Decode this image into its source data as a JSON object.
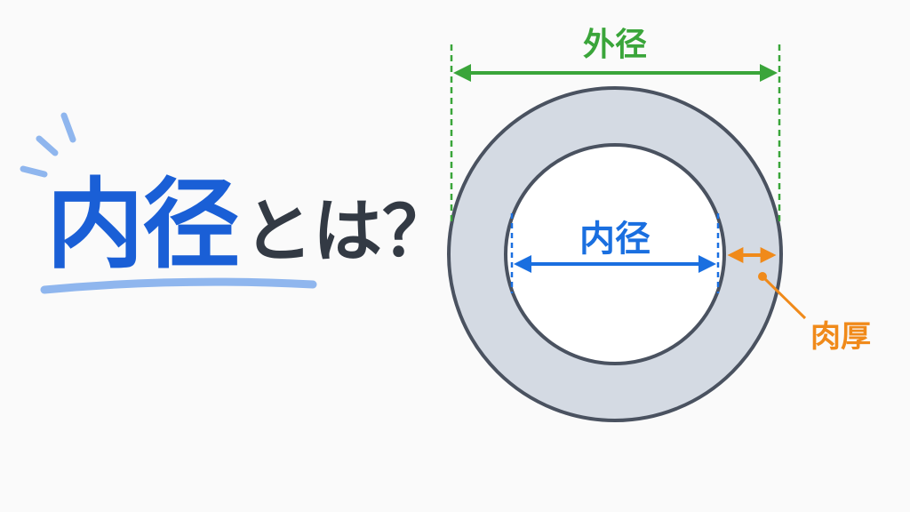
{
  "headline": {
    "term": "内径",
    "rest": "とは？"
  },
  "diagram": {
    "outer_label": "外径",
    "inner_label": "内径",
    "thickness_label": "肉厚"
  },
  "colors": {
    "term": "#1a5fd6",
    "text_dark": "#333a44",
    "outer": "#3aa53a",
    "inner": "#1a6fe0",
    "thickness": "#f08a1a",
    "ring_fill": "#d4dae3",
    "ring_stroke": "#4a5260",
    "accent_light": "#8fb6ee"
  }
}
